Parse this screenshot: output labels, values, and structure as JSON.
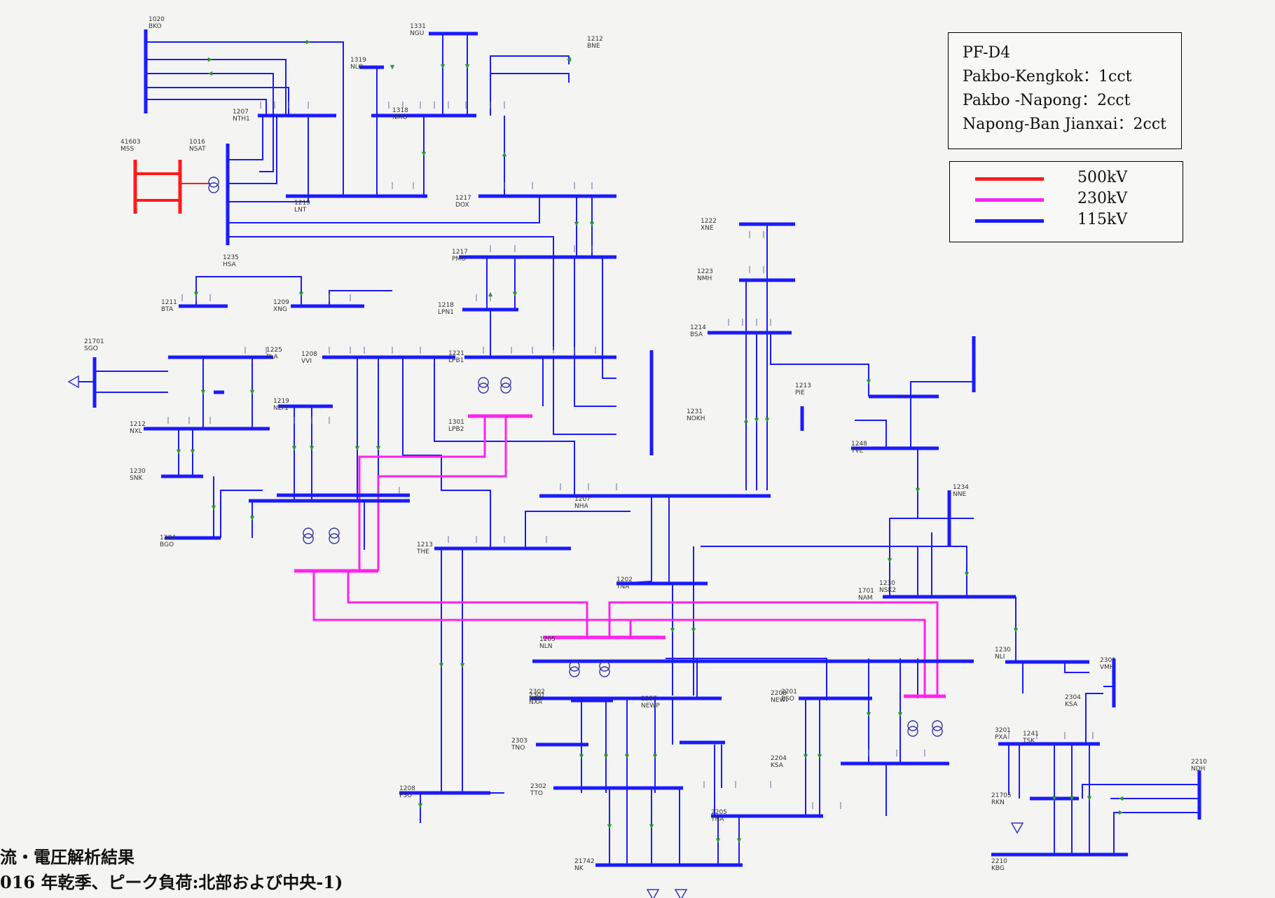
{
  "info": {
    "lines": [
      "PF-D4",
      "Pakbo-Kengkok：1cct",
      "Pakbo -Napong：2cct",
      "Napong-Ban Jianxai：2cct"
    ]
  },
  "legend": [
    {
      "label": "500kV",
      "color": "#ff1a1a"
    },
    {
      "label": "230kV",
      "color": "#ff22ee"
    },
    {
      "label": "115kV",
      "color": "#1a1aff"
    }
  ],
  "caption": {
    "line1": "流・電圧解析結果",
    "line2": "016 年乾季、ピーク負荷:北部および中央-1)"
  },
  "colors": {
    "kv500": "#ff1a1a",
    "kv230": "#ff22ee",
    "kv115": "#1a1aff",
    "arrow": "#2a9a2a"
  },
  "buses": [
    {
      "code": "BKO",
      "id": "1020"
    },
    {
      "code": "NGU",
      "id": "1331"
    },
    {
      "code": "BNE",
      "id": "1212"
    },
    {
      "code": "NLO",
      "id": "1319"
    },
    {
      "code": "NTH1",
      "id": "1207"
    },
    {
      "code": "NMO",
      "id": "1318"
    },
    {
      "code": "MSS",
      "id": "41603"
    },
    {
      "code": "NSAT",
      "id": "1016"
    },
    {
      "code": "LNT",
      "id": "1219"
    },
    {
      "code": "DOX",
      "id": "1217"
    },
    {
      "code": "HSA",
      "id": "1235"
    },
    {
      "code": "XNE",
      "id": "1222"
    },
    {
      "code": "PMO",
      "id": "1217"
    },
    {
      "code": "NMH",
      "id": "1223"
    },
    {
      "code": "BTA",
      "id": "1211"
    },
    {
      "code": "XNG",
      "id": "1209"
    },
    {
      "code": "LPN1",
      "id": "1218"
    },
    {
      "code": "BSA",
      "id": "1214"
    },
    {
      "code": "SGO",
      "id": "21701"
    },
    {
      "code": "PLA",
      "id": "1225"
    },
    {
      "code": "VVI",
      "id": "1208"
    },
    {
      "code": "LPB1",
      "id": "1221"
    },
    {
      "code": "NOKH",
      "id": "1231"
    },
    {
      "code": "NLT1",
      "id": "1219"
    },
    {
      "code": "LPB2",
      "id": "1301"
    },
    {
      "code": "PIE",
      "id": "1213"
    },
    {
      "code": "TVE",
      "id": "1248"
    },
    {
      "code": "NXL",
      "id": "1212"
    },
    {
      "code": "SNK",
      "id": "1230"
    },
    {
      "code": "NHA",
      "id": "1207"
    },
    {
      "code": "NNE",
      "id": "1234"
    },
    {
      "code": "NSK2",
      "id": "1230"
    },
    {
      "code": "BGO",
      "id": "1204"
    },
    {
      "code": "THE",
      "id": "1213"
    },
    {
      "code": "TNA",
      "id": "1202"
    },
    {
      "code": "NAM",
      "id": "1701"
    },
    {
      "code": "NLI",
      "id": "1230"
    },
    {
      "code": "NLN",
      "id": "1205"
    },
    {
      "code": "NXA",
      "id": "2302"
    },
    {
      "code": "BSO",
      "id": "2201"
    },
    {
      "code": "TSK",
      "id": "1241"
    },
    {
      "code": "NXA",
      "id": "2301"
    },
    {
      "code": "NEWI",
      "id": "2208"
    },
    {
      "code": "KSA",
      "id": "2304"
    },
    {
      "code": "VMH",
      "id": "2301"
    },
    {
      "code": "TNO",
      "id": "2303"
    },
    {
      "code": "NEWP",
      "id": "2257"
    },
    {
      "code": "KSA",
      "id": "2204"
    },
    {
      "code": "PXA",
      "id": "3201"
    },
    {
      "code": "PSO",
      "id": "1208"
    },
    {
      "code": "TTO",
      "id": "2302"
    },
    {
      "code": "TNA",
      "id": "2205"
    },
    {
      "code": "RKN",
      "id": "21705"
    },
    {
      "code": "NDH",
      "id": "2210"
    },
    {
      "code": "NK",
      "id": "21742"
    },
    {
      "code": "KBG",
      "id": "2210"
    }
  ]
}
